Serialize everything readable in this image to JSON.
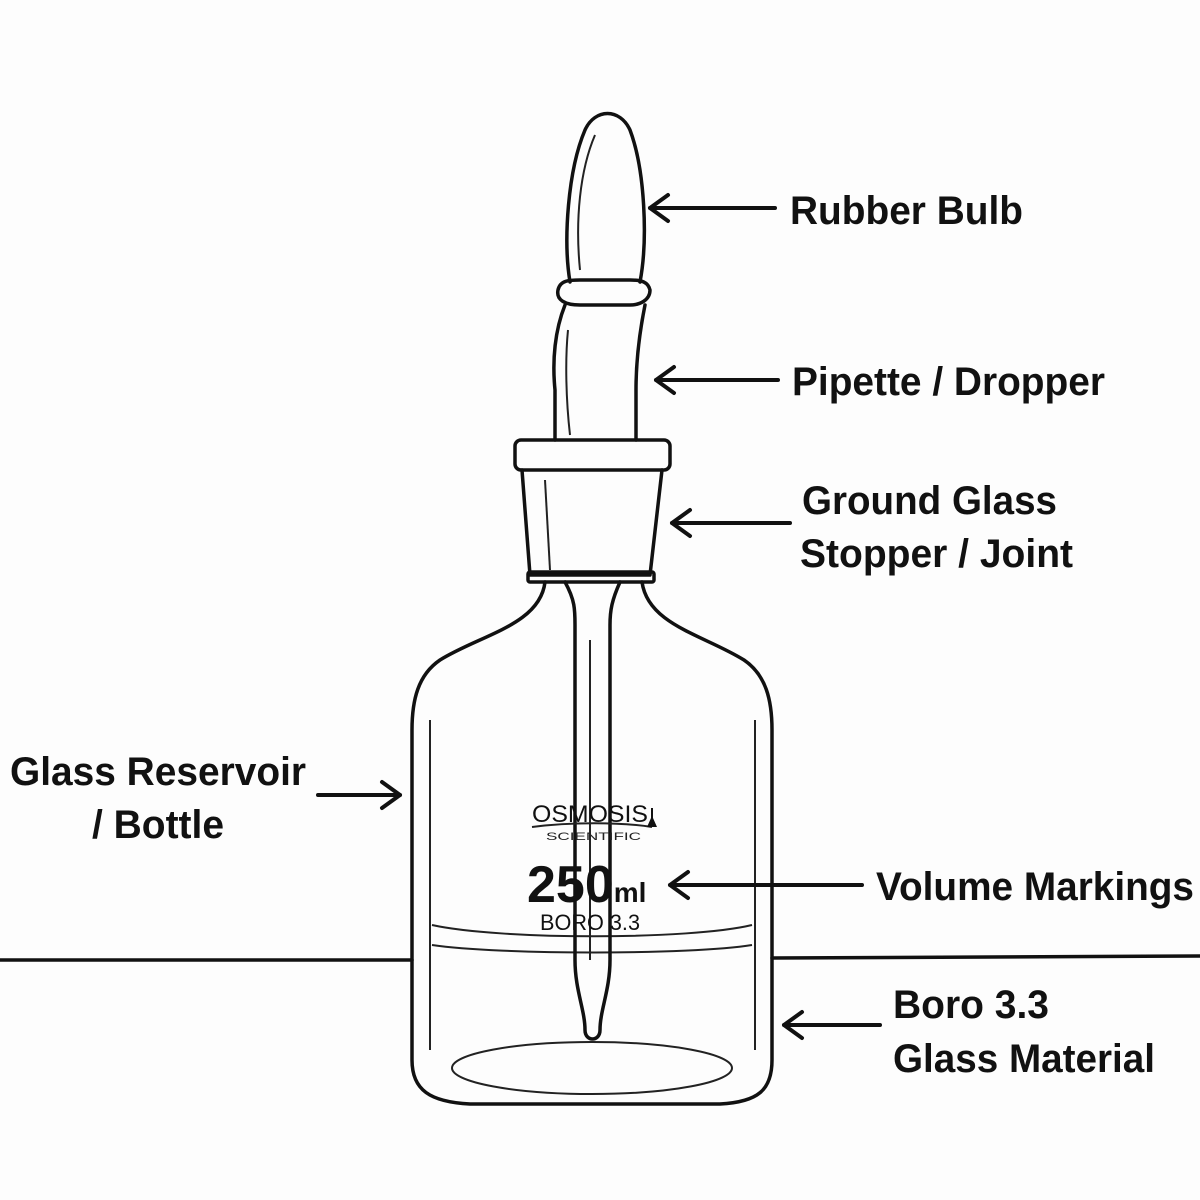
{
  "labels": {
    "rubber_bulb": "Rubber Bulb",
    "pipette": "Pipette / Dropper",
    "stopper_line1": "Ground Glass",
    "stopper_line2": "Stopper / Joint",
    "reservoir_line1": "Glass Reservoir",
    "reservoir_line2": "/ Bottle",
    "volume": "Volume Markings",
    "material_line1": "Boro 3.3",
    "material_line2": "Glass Material"
  },
  "bottle_print": {
    "brand": "OSMOSIS",
    "sub_brand": "SCIENTIFIC",
    "volume": "250",
    "unit": "ml",
    "material": "BORO 3.3"
  }
}
